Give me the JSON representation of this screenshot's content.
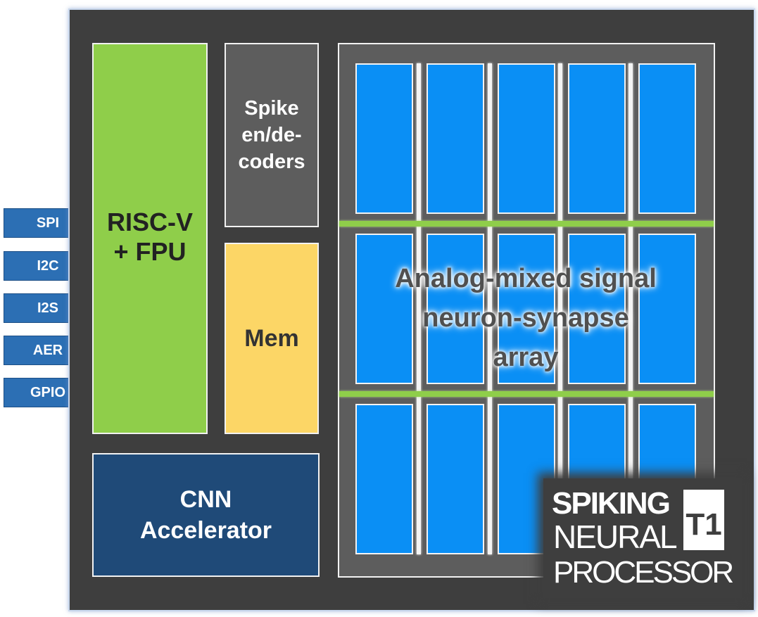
{
  "io_pins": [
    "SPI",
    "I2C",
    "I2S",
    "AER",
    "GPIO"
  ],
  "blocks": {
    "riscv": [
      "RISC-V",
      "+ FPU"
    ],
    "spike": [
      "Spike",
      "en/de-",
      "coders"
    ],
    "mem": "Mem",
    "cnn": [
      "CNN",
      "Accelerator"
    ]
  },
  "array": {
    "label": [
      "Analog-mixed signal",
      "neuron-synapse",
      "array"
    ],
    "rows": 3,
    "cols": 5
  },
  "logo": {
    "line1": "SPIKING",
    "line2": "NEURAL",
    "line3": "PROCESSOR",
    "badge": "T1"
  },
  "colors": {
    "chip_bg": "#3e3e3e",
    "riscv": "#8fce4a",
    "spike": "#5d5d5d",
    "mem": "#fcd666",
    "cnn": "#1f4a78",
    "neuron_cell": "#0a8ff5",
    "pin": "#2c6fb4"
  }
}
